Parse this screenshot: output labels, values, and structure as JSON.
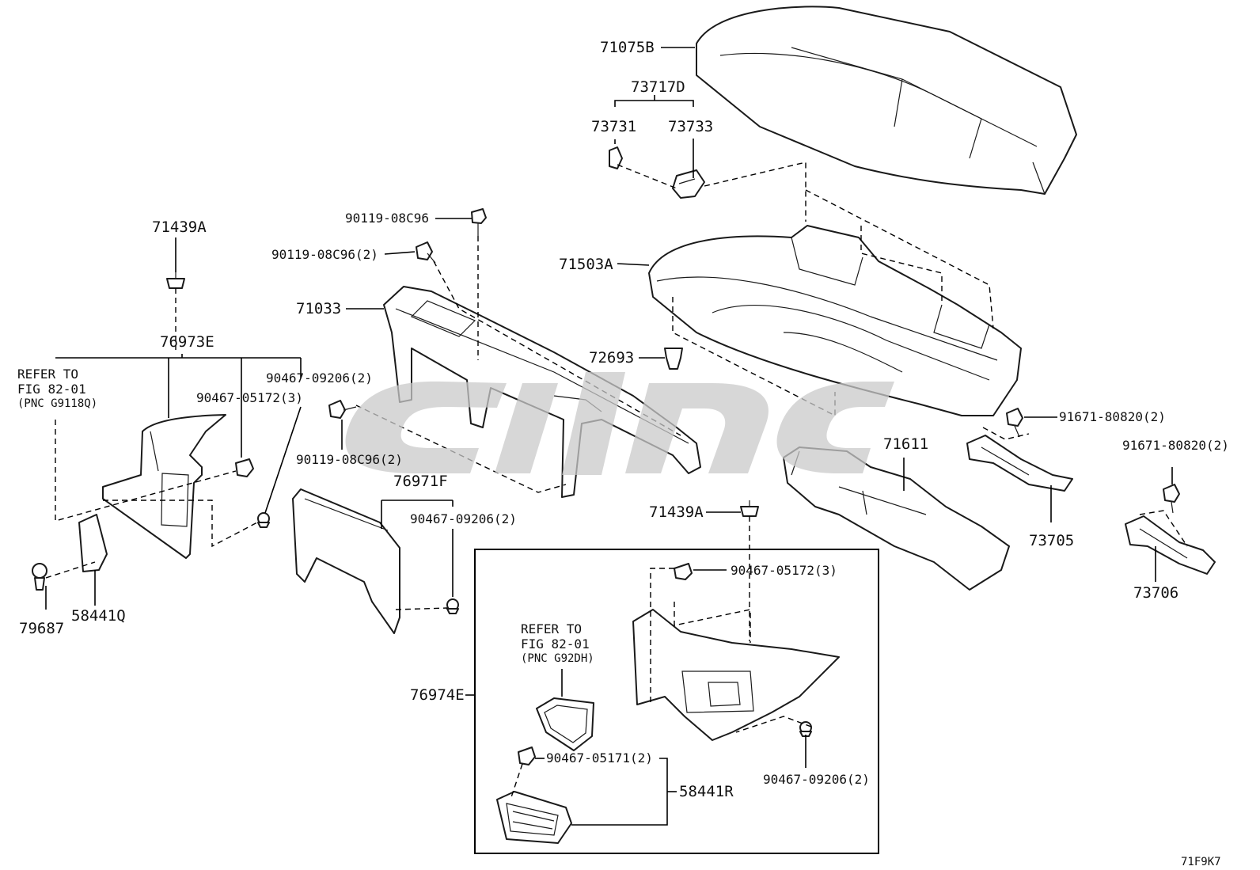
{
  "labels": {
    "p71075B": "71075B",
    "p73717D": "73717D",
    "p73731": "73731",
    "p73733": "73733",
    "p71439A_top": "71439A",
    "p90119_a": "90119-08C96",
    "p90119_b": "90119-08C96(2)",
    "p71503A": "71503A",
    "p71033": "71033",
    "p72693": "72693",
    "p76973E": "76973E",
    "refer1_l1": "REFER TO",
    "refer1_l2": "FIG 82-01",
    "refer1_l3": "(PNC G9118Q)",
    "p90467_05172_left": "90467-05172(3)",
    "p90467_09206_left": "90467-09206(2)",
    "p90119_c": "90119-08C96(2)",
    "p91671_a": "91671-80820(2)",
    "p91671_b": "91671-80820(2)",
    "p71611": "71611",
    "p76971F": "76971F",
    "p90467_09206_mid": "90467-09206(2)",
    "p71439A_mid": "71439A",
    "p73705": "73705",
    "p90467_05172_inset": "90467-05172(3)",
    "p73706": "73706",
    "p79687": "79687",
    "p58441Q": "58441Q",
    "refer2_l1": "REFER TO",
    "refer2_l2": "FIG 82-01",
    "refer2_l3": "(PNC G92DH)",
    "p76974E": "76974E",
    "p90467_05171": "90467-05171(2)",
    "p58441R": "58441R",
    "p90467_09206_inset": "90467-09206(2)",
    "figure_code": "71F9K7"
  }
}
